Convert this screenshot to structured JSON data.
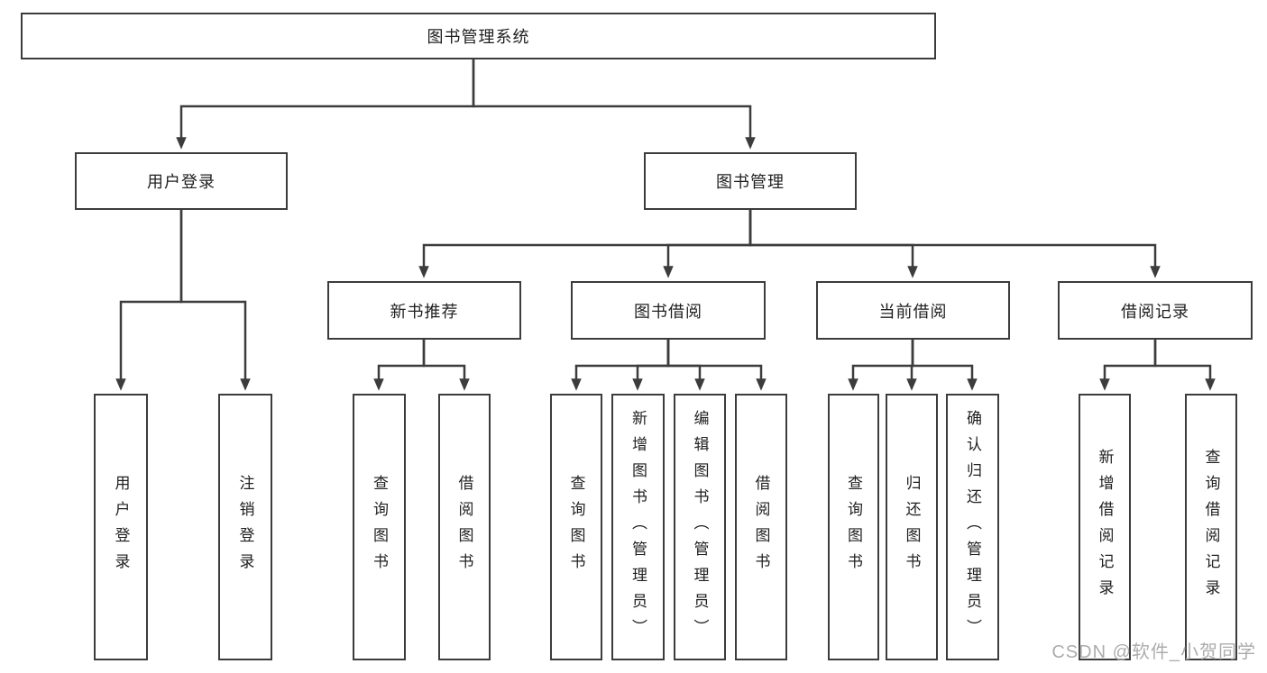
{
  "diagram": {
    "title": "图书管理系统",
    "root": {
      "label": "图书管理系统"
    },
    "level2": [
      {
        "label": "用户登录"
      },
      {
        "label": "图书管理"
      }
    ],
    "level3": [
      {
        "label": "新书推荐",
        "parent": "图书管理"
      },
      {
        "label": "图书借阅",
        "parent": "图书管理"
      },
      {
        "label": "当前借阅",
        "parent": "图书管理"
      },
      {
        "label": "借阅记录",
        "parent": "图书管理"
      }
    ],
    "leaves": [
      {
        "label": "用户登录",
        "parent": "用户登录"
      },
      {
        "label": "注销登录",
        "parent": "用户登录"
      },
      {
        "label": "查询图书",
        "parent": "新书推荐"
      },
      {
        "label": "借阅图书",
        "parent": "新书推荐"
      },
      {
        "label": "查询图书",
        "parent": "图书借阅"
      },
      {
        "label": "新增图书（管理员）",
        "parent": "图书借阅"
      },
      {
        "label": "编辑图书（管理员）",
        "parent": "图书借阅"
      },
      {
        "label": "借阅图书",
        "parent": "图书借阅"
      },
      {
        "label": "查询图书",
        "parent": "当前借阅"
      },
      {
        "label": "归还图书",
        "parent": "当前借阅"
      },
      {
        "label": "确认归还（管理员）",
        "parent": "当前借阅"
      },
      {
        "label": "新增借阅记录",
        "parent": "借阅记录"
      },
      {
        "label": "查询借阅记录",
        "parent": "借阅记录"
      }
    ],
    "colors": {
      "line": "#3c3c3c",
      "text": "#1f1f1f",
      "background": "#ffffff",
      "watermark": "#acacac"
    },
    "watermark": "CSDN @软件_小贺同学"
  }
}
